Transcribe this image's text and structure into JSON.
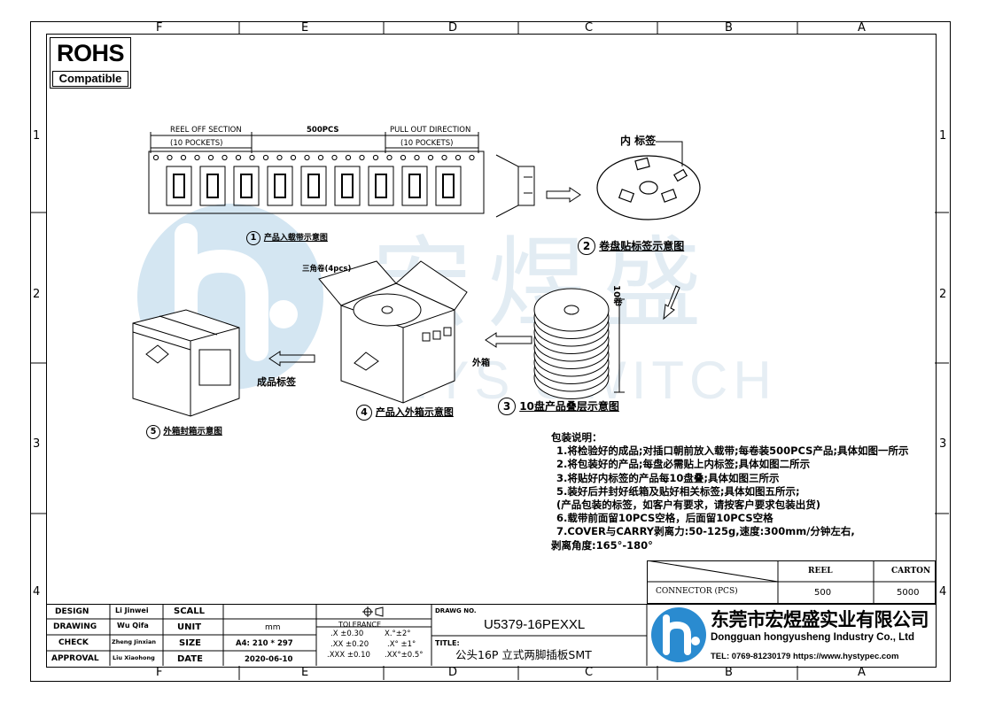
{
  "columns": [
    "F",
    "E",
    "D",
    "C",
    "B",
    "A"
  ],
  "rows": [
    "1",
    "2",
    "3",
    "4"
  ],
  "rohs": {
    "title": "ROHS",
    "subtitle": "Compatible"
  },
  "tape": {
    "reel_off": "REEL OFF SECTION",
    "reel_off_pockets": "(10 POCKETS)",
    "pcs": "500PCS",
    "pull_out": "PULL OUT DIRECTION",
    "pull_out_pockets": "(10 POCKETS)"
  },
  "figures": {
    "f1": {
      "num": "1",
      "label": "产品入载带示意图"
    },
    "f2": {
      "num": "2",
      "label": "卷盘贴标签示意图"
    },
    "f3": {
      "num": "3",
      "label": "10盘产品叠层示意图"
    },
    "f4": {
      "num": "4",
      "label": "产品入外箱示意图"
    },
    "f5": {
      "num": "5",
      "label": "外箱封箱示意图"
    }
  },
  "callouts": {
    "inner_label": "内 标签",
    "triangle": "三角卷(4pcs)",
    "outer_box": "外箱",
    "product_label": "成品标签",
    "ten_reels": "10卷"
  },
  "watermark": {
    "cn": "宏煜盛",
    "en": "HYS SWITCH"
  },
  "notes": {
    "title": "包装说明：",
    "items": [
      "1.将检验好的成品;对插口朝前放入载带;每卷装500PCS产品;具体如图一所示",
      "2.将包装好的产品;每盘必需贴上内标签;具体如图二所示",
      "3.将贴好内标签的产品每10盘叠;具体如图三所示",
      "5.装好后并封好纸箱及贴好相关标签;具体如图五所示;",
      " (产品包装的标签，如客户有要求，请按客户要求包装出货)",
      "6.载带前面留10PCS空格，后面留10PCS空格",
      "7.COVER与CARRY剥离力:50-125g,速度:300mm/分钟左右,",
      "剥离角度:165°-180°"
    ]
  },
  "qty_table": {
    "headers": [
      "REEL",
      "CARTON"
    ],
    "row_label": "CONNECTOR (PCS)",
    "values": [
      "500",
      "5000"
    ]
  },
  "title_block": {
    "labels": [
      "DESIGN",
      "DRAWING",
      "CHECK",
      "APPROVAL"
    ],
    "names": [
      "Li Jinwei",
      "Wu Qifa",
      "Zheng Jinxian",
      "Liu Xiaohong"
    ],
    "fields": [
      "SCALL",
      "UNIT",
      "SIZE",
      "DATE"
    ],
    "unit": "mm",
    "size": "A4: 210 * 297",
    "date": "2020-06-10",
    "tolerance_title": "TOLERANCE",
    "tol_lin": [
      ".X  ±0.30",
      ".XX  ±0.20",
      ".XXX  ±0.10"
    ],
    "tol_ang": [
      "X.°±2°",
      ".X° ±1°",
      ".XX°±0.5°"
    ],
    "drawg_no_label": "DRAWG NO.",
    "drawg_no": "U5379-16PEXXL",
    "title_label": "TITLE:",
    "title": "公头16P 立式两脚插板SMT"
  },
  "company": {
    "cn": "东莞市宏煜盛实业有限公司",
    "en": "Dongguan hongyusheng Industry Co., Ltd",
    "contact": "TEL: 0769-81230179  https://www.hystypec.com"
  },
  "colors": {
    "watermark": "#d4e6f2",
    "logo_blue": "#2a8bd0",
    "text": "#000000"
  }
}
